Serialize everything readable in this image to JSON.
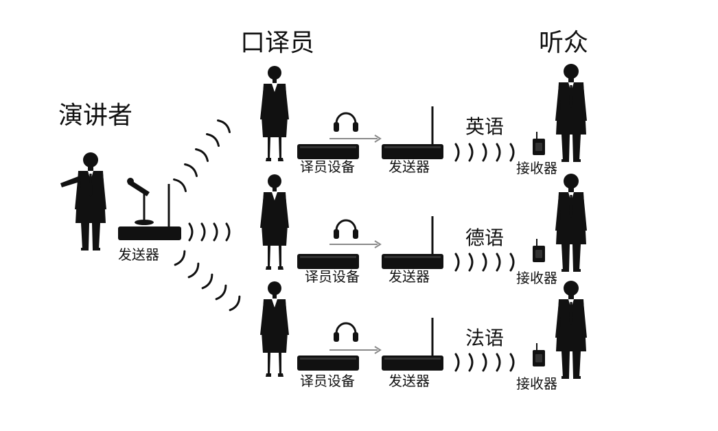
{
  "headers": {
    "speaker": "演讲者",
    "interpreter": "口译员",
    "audience": "听众"
  },
  "speaker_transmitter_label": "发送器",
  "rows": [
    {
      "language": "英语",
      "device_label": "译员设备",
      "transmitter_label": "发送器",
      "receiver_label": "接收器"
    },
    {
      "language": "德语",
      "device_label": "译员设备",
      "transmitter_label": "发送器",
      "receiver_label": "接收器"
    },
    {
      "language": "法语",
      "device_label": "译员设备",
      "transmitter_label": "发送器",
      "receiver_label": "接收器"
    }
  ],
  "colors": {
    "ink": "#111111",
    "arrow": "#888888",
    "background": "#ffffff"
  }
}
